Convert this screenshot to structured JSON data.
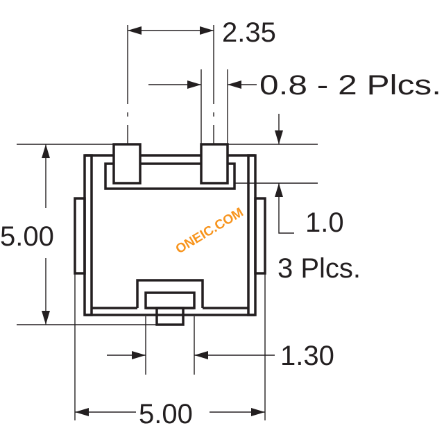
{
  "dimensions": {
    "pin_spacing": "2.35",
    "pad_width": "0.8 - 2 Plcs.",
    "height": "5.00",
    "pad_depth": "1.0",
    "pad_depth_note": "3 Plcs.",
    "bottom_pad_width": "1.30",
    "width": "5.00"
  },
  "watermark": {
    "text": "ONEIC.COM",
    "color": "#f7941d"
  },
  "colors": {
    "line": "#231f20",
    "background": "#ffffff"
  }
}
